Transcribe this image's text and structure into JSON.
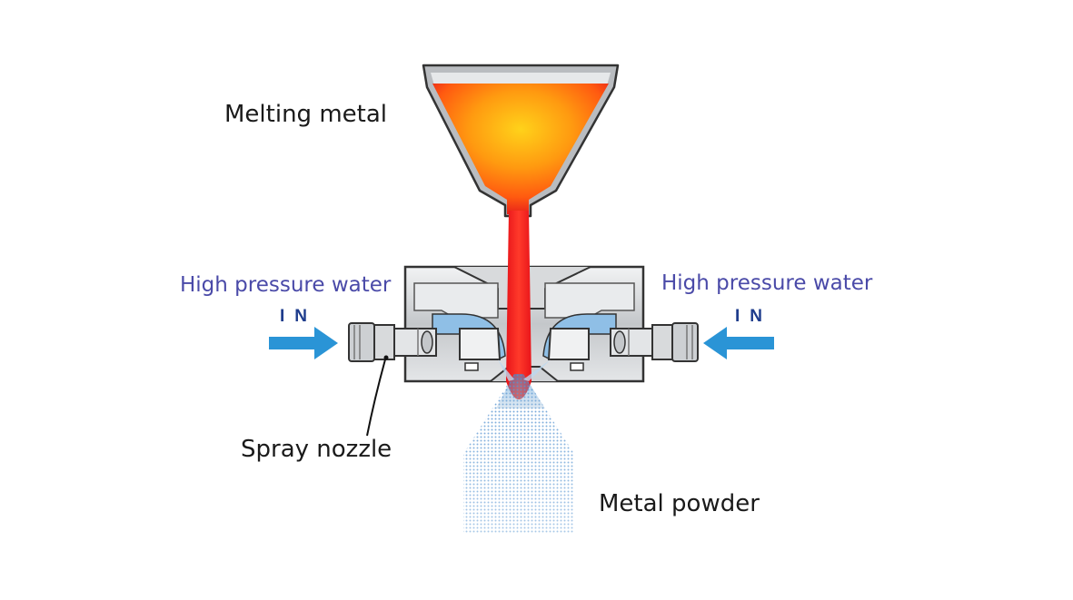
{
  "labels": {
    "melting_metal": "Melting metal",
    "water_left": "High pressure water",
    "water_right": "High pressure water",
    "in_left": "IN",
    "in_right": "IN",
    "spray_nozzle": "Spray nozzle",
    "metal_powder": "Metal powder"
  },
  "colors": {
    "molten_light": "#ffd21a",
    "molten_mid": "#ff8a00",
    "molten_dark": "#e8221a",
    "stream": "#ff2020",
    "arrow": "#2a94d6",
    "water_channel": "#8fbfe6",
    "steel": "#b0b4b8",
    "powder": "#5a9fd8",
    "text_black": "#1a1a1a",
    "text_blue": "#4a4aa8"
  },
  "icons": {
    "funnel": "crucible-funnel-icon",
    "arrow": "arrow-right-icon",
    "fitting": "pipe-fitting-icon"
  }
}
